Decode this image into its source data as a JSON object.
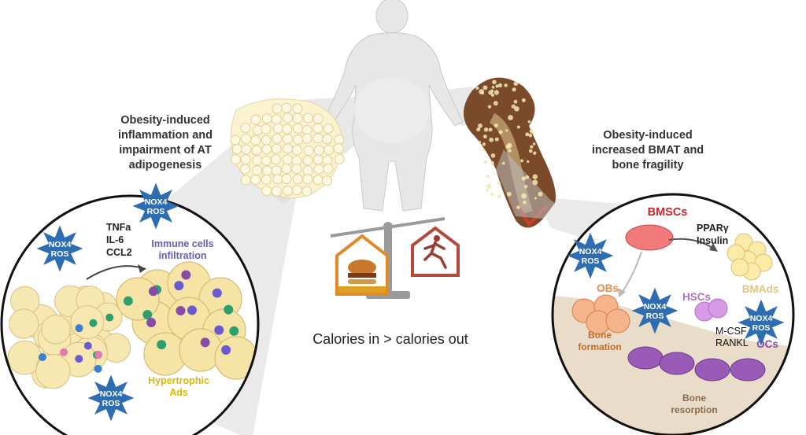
{
  "captions": {
    "left_heading": [
      "Obesity-induced",
      "inflammation and",
      "impairment of AT",
      "adipogenesis"
    ],
    "right_heading": [
      "Obesity-induced",
      "increased BMAT and",
      "bone fragility"
    ],
    "balance": "Calories in > calories out"
  },
  "adipose_panel": {
    "cytokines": [
      "TNFa",
      "IL-6",
      "CCL2"
    ],
    "immune": [
      "Immune cells",
      "infiltration"
    ],
    "hypertrophic": [
      "Hypertrophic",
      "Ads"
    ],
    "ros_badge": [
      "NOX4",
      "ROS"
    ]
  },
  "bone_panel": {
    "bmscs": "BMSCs",
    "factors": [
      "PPARγ",
      "Insulin"
    ],
    "obs": "OBs",
    "hscs": "HSCs",
    "bmads": "BMAds",
    "formation": [
      "Bone",
      "formation"
    ],
    "signals": [
      "M-CSF",
      "RANKL"
    ],
    "ocs": "OCs",
    "resorption": [
      "Bone",
      "resorption"
    ],
    "ros_badge": [
      "NOX4",
      "ROS"
    ]
  },
  "colors": {
    "ros_blue": "#2f6db3",
    "immune_text": "#6b5bb0",
    "hypertrophic_text": "#e0b800",
    "bmscs_text": "#c8242b",
    "bmads_text": "#e8c27a",
    "obs_text": "#e88a4a",
    "hscs_text": "#b070c8",
    "ocs_text": "#8a4aa8",
    "bone_brown": "#7a4a2a"
  }
}
